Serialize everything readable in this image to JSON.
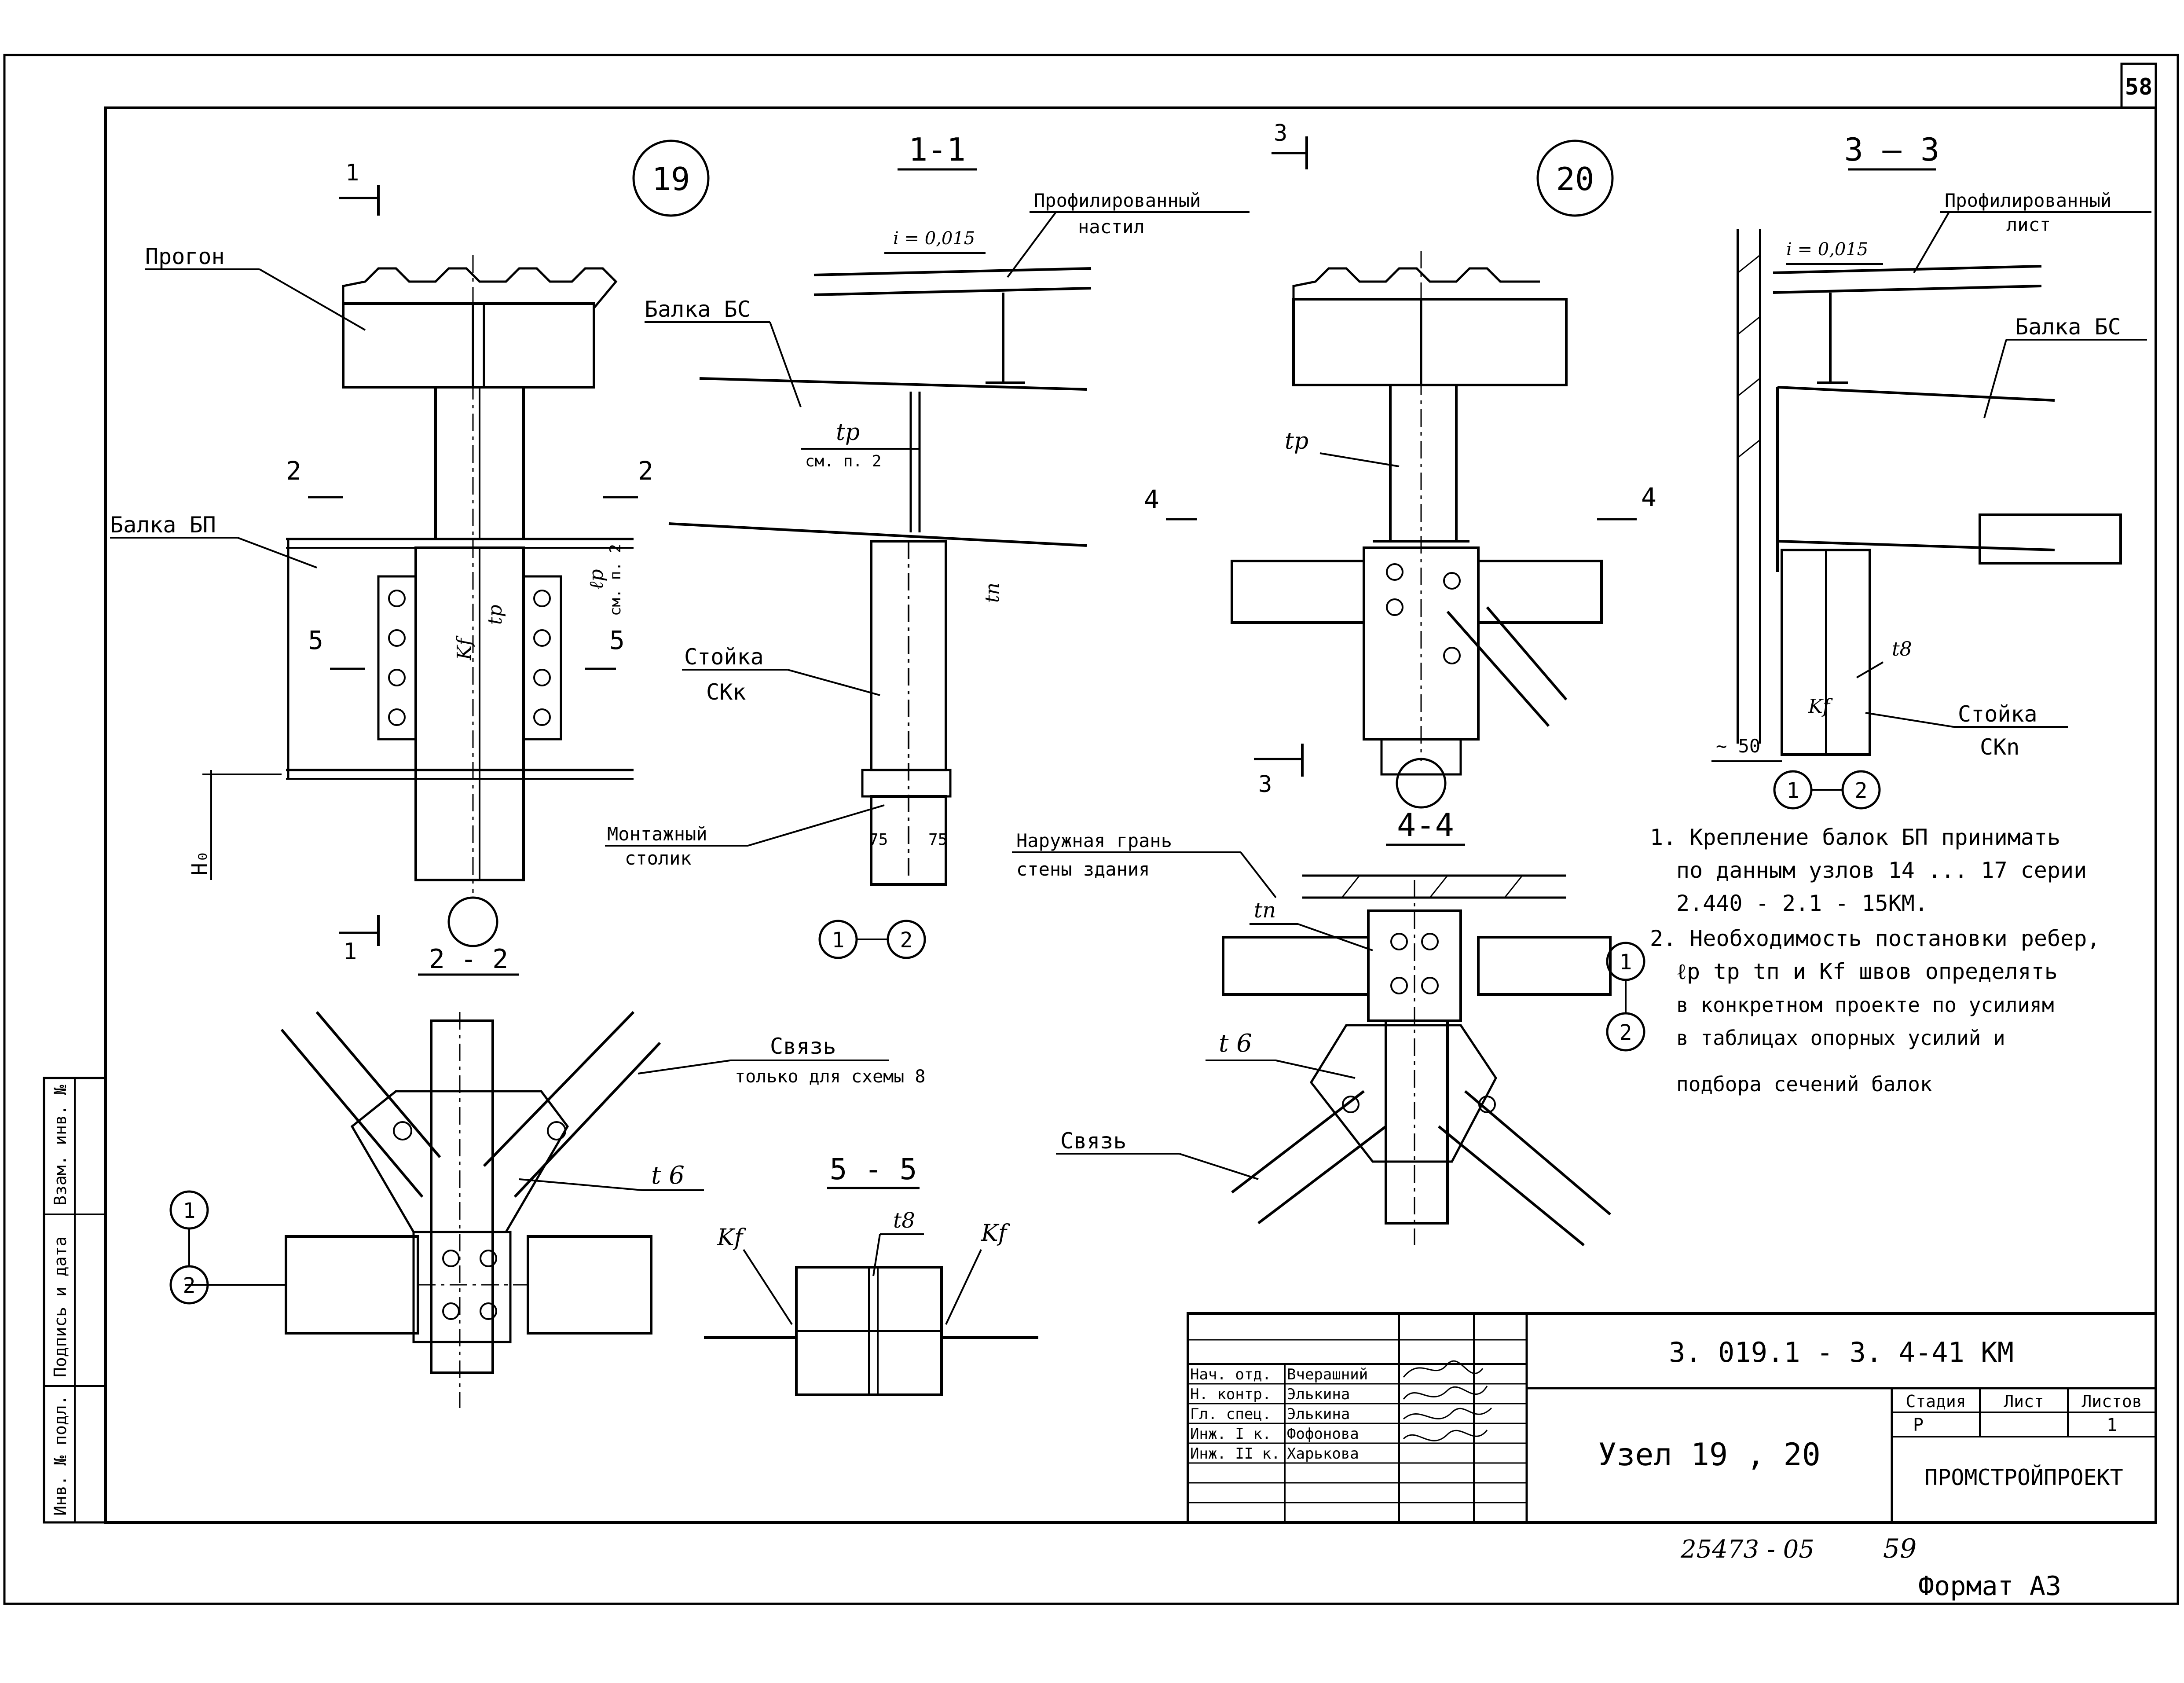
{
  "sheet": {
    "number": "58",
    "format": "Формат А3",
    "inventory": "25473 - 05",
    "inventory_page": "59"
  },
  "side_stamp": {
    "inv_original": "Инв. № подл.",
    "sign_date": "Подпись и дата",
    "inv_replace": "Взам. инв. №"
  },
  "views": {
    "node19": "19",
    "node20": "20",
    "sec11": "1-1",
    "sec22": "2 - 2",
    "sec33": "3 – 3",
    "sec44": "4-4",
    "sec55": "5 - 5"
  },
  "markers": {
    "m1": "1",
    "m2": "2",
    "m3": "3",
    "m4": "4",
    "m5": "5",
    "ref1": "1",
    "ref2": "2"
  },
  "labels": {
    "progon": "Прогон",
    "balka_bp": "Балка БП",
    "balka_bs": "Балка БС",
    "prof_nastil_1": "Профилированный",
    "prof_nastil_2": "настил",
    "prof_list_1": "Профилированный",
    "prof_list_2": "лист",
    "slope": "i = 0,015",
    "stoika_1": "Стойка",
    "stoika_ckk": "СКк",
    "stoika_ckn": "СКn",
    "montazh_1": "Монтажный",
    "montazh_2": "столик",
    "outer_face_1": "Наружная грань",
    "outer_face_2": "стены здания",
    "svyaz": "Связь",
    "svyaz_note": "только для схемы 8",
    "tp": "tр",
    "tp_note": "см. п. 2",
    "tn": "tп",
    "t6": "t 6",
    "t8": "t8",
    "kf": "Kf",
    "lp": "ℓр",
    "lp_note": "см. п. 2",
    "h0": "Н₀",
    "dim75a": "75",
    "dim75b": "75",
    "dim50": "~ 50"
  },
  "notes": [
    "1. Крепление балок БП принимать",
    "по данным узлов 14 ... 17 серии",
    "2.440 - 2.1 - 15КМ.",
    "2. Необходимость постановки ребер,",
    "ℓр  tр  tп  и Kf швов определять",
    "в конкретном проекте по усилиям",
    "в таблицах опорных усилий и",
    "подбора сечений балок"
  ],
  "title_block": {
    "code": "3. 019.1 - 3. 4-41 КМ",
    "title": "Узел 19 , 20",
    "stage_h": "Стадия",
    "sheet_h": "Лист",
    "sheets_h": "Листов",
    "stage": "Р",
    "sheets": "1",
    "org": "ПРОМСТРОЙПРОЕКТ",
    "roles": [
      "Нач. отд.",
      "Н. контр.",
      "Гл. спец.",
      "Инж. I к.",
      "Инж. II к."
    ],
    "names": [
      "Вчерашний",
      "Элькина",
      "Элькина",
      "Фофонова",
      "Харькова"
    ]
  }
}
